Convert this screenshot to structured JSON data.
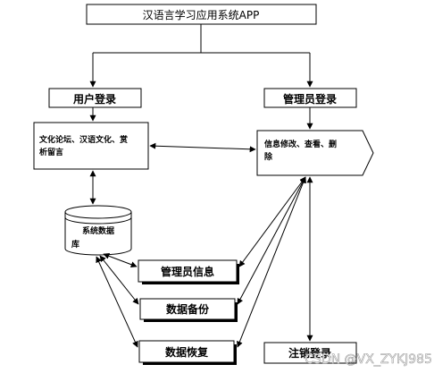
{
  "nodes": {
    "app": {
      "label": "汉语言学习应用系统APP"
    },
    "user_login": {
      "label": "用户登录"
    },
    "admin_login": {
      "label": "管理员登录"
    },
    "user_funcs": {
      "line1": "文化论坛、汉语文化、赏",
      "line2": "析留言"
    },
    "admin_funcs": {
      "line1": "信息修改、查看、删",
      "line2": "除"
    },
    "database": {
      "line1": "系统数据",
      "line2": "库"
    },
    "admin_info": {
      "label": "管理员信息"
    },
    "backup": {
      "label": "数据备份"
    },
    "restore": {
      "label": "数据恢复"
    },
    "logout": {
      "label": "注销登录"
    }
  },
  "watermark": "CSDN @VX_ZYKJ985"
}
